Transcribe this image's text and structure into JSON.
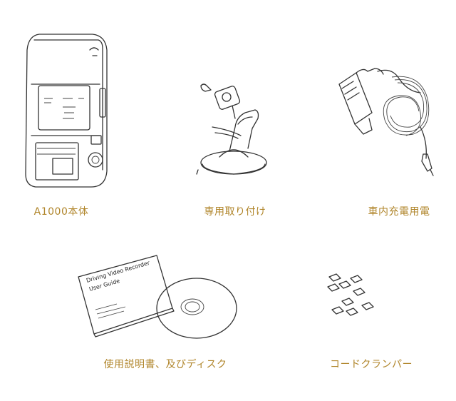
{
  "items": [
    {
      "label": "A1000本体",
      "icon": "dashcam-icon"
    },
    {
      "label": "専用取り付け",
      "icon": "suction-mount-icon"
    },
    {
      "label": "車内充電用電",
      "icon": "car-charger-icon"
    },
    {
      "label": "使用説明書、及びディスク",
      "icon": "manual-disc-icon"
    },
    {
      "label": "コードクランパー",
      "icon": "cord-clamp-icon"
    }
  ],
  "manual": {
    "title_line1": "Driving Video Recorder",
    "title_line2": "User Guide"
  },
  "colors": {
    "caption": "#b0852a",
    "line": "#333333"
  }
}
